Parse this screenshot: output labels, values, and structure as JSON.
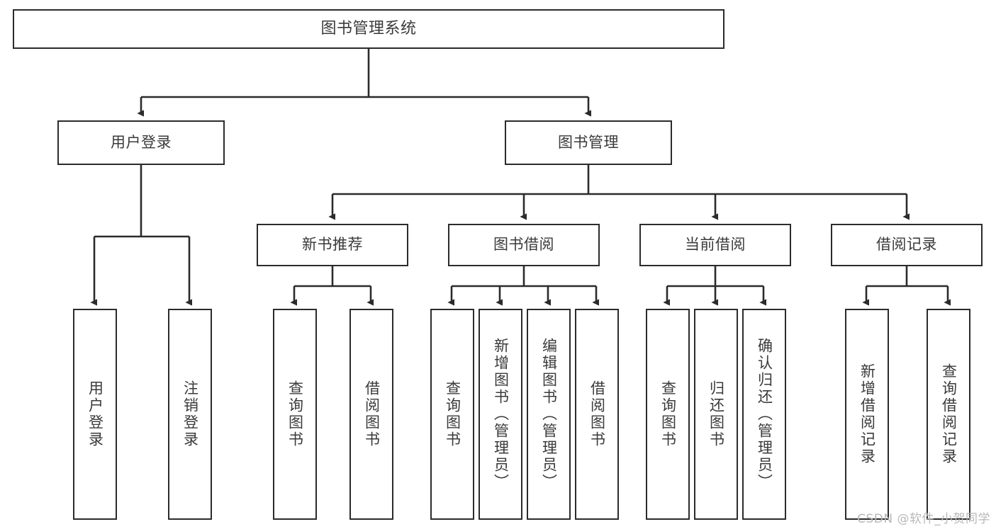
{
  "diagram": {
    "type": "tree-hierarchy",
    "title": "图书管理系统",
    "root": {
      "id": "root",
      "label": "图书管理系统"
    },
    "level2": [
      {
        "id": "user-login",
        "label": "用户登录"
      },
      {
        "id": "book-manage",
        "label": "图书管理"
      }
    ],
    "level3": [
      {
        "id": "new-book-recommend",
        "label": "新书推荐",
        "parent": "book-manage"
      },
      {
        "id": "book-borrow",
        "label": "图书借阅",
        "parent": "book-manage"
      },
      {
        "id": "current-borrow",
        "label": "当前借阅",
        "parent": "book-manage"
      },
      {
        "id": "borrow-record",
        "label": "借阅记录",
        "parent": "book-manage"
      }
    ],
    "leaves": [
      {
        "id": "leaf-user-login",
        "label": "用户登录",
        "parent": "user-login"
      },
      {
        "id": "leaf-logout",
        "label": "注销登录",
        "parent": "user-login"
      },
      {
        "id": "leaf-query-book-1",
        "label": "查询图书",
        "parent": "new-book-recommend"
      },
      {
        "id": "leaf-borrow-book-1",
        "label": "借阅图书",
        "parent": "new-book-recommend"
      },
      {
        "id": "leaf-query-book-2",
        "label": "查询图书",
        "parent": "book-borrow"
      },
      {
        "id": "leaf-add-book",
        "label": "新增图书（管理员）",
        "parent": "book-borrow"
      },
      {
        "id": "leaf-edit-book",
        "label": "编辑图书（管理员）",
        "parent": "book-borrow"
      },
      {
        "id": "leaf-borrow-book-2",
        "label": "借阅图书",
        "parent": "book-borrow"
      },
      {
        "id": "leaf-query-book-3",
        "label": "查询图书",
        "parent": "current-borrow"
      },
      {
        "id": "leaf-return-book",
        "label": "归还图书",
        "parent": "current-borrow"
      },
      {
        "id": "leaf-confirm-return",
        "label": "确认归还（管理员）",
        "parent": "current-borrow"
      },
      {
        "id": "leaf-add-record",
        "label": "新增借阅记录",
        "parent": "borrow-record"
      },
      {
        "id": "leaf-query-record",
        "label": "查询借阅记录",
        "parent": "borrow-record"
      }
    ],
    "colors": {
      "background": "#ffffff",
      "box_border": "#2b2b2b",
      "box_fill": "#ffffff",
      "text": "#3a3a3a",
      "connector": "#2b2b2b",
      "watermark": "#b8b8b8"
    }
  },
  "watermark": {
    "text": "CSDN @软件_小贺同学"
  }
}
